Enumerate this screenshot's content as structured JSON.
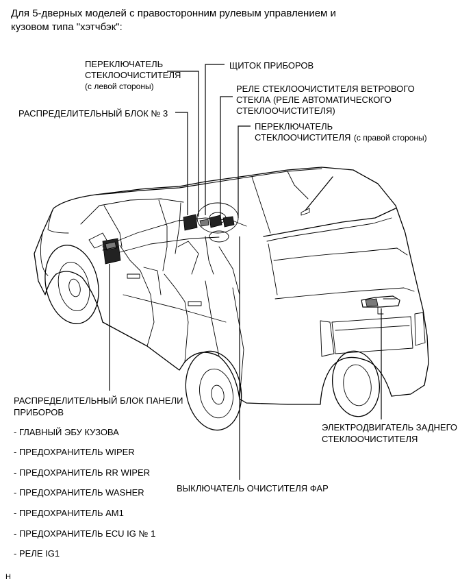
{
  "heading": {
    "line1": "Для 5-дверных моделей с правосторонним рулевым управлением и",
    "line2": "кузовом типа \"хэтчбэк\":"
  },
  "labels": {
    "wiper_switch_left": {
      "line1": "ПЕРЕКЛЮЧАТЕЛЬ",
      "line2": "СТЕКЛООЧИСТИТЕЛЯ",
      "line3": "(с левой стороны)"
    },
    "instrument_panel": "ЩИТОК ПРИБОРОВ",
    "wiper_relay": {
      "line1": "РЕЛЕ СТЕКЛООЧИСТИТЕЛЯ ВЕТРОВОГО",
      "line2": "СТЕКЛА (РЕЛЕ АВТОМАТИЧЕСКОГО",
      "line3": "СТЕКЛООЧИСТИТЕЛЯ)"
    },
    "junction_block_3": "РАСПРЕДЕЛИТЕЛЬНЫЙ БЛОК № 3",
    "wiper_switch_right": {
      "line1": "ПЕРЕКЛЮЧАТЕЛЬ",
      "line2_main": "СТЕКЛООЧИСТИТЕЛЯ",
      "line2_note": "(с правой стороны)"
    },
    "instrument_junction_block": {
      "line1": "РАСПРЕДЕЛИТЕЛЬНЫЙ БЛОК ПАНЕЛИ",
      "line2": "ПРИБОРОВ"
    },
    "rear_wiper_motor": {
      "line1": "ЭЛЕКТРОДВИГАТЕЛЬ ЗАДНЕГО",
      "line2": "СТЕКЛООЧИСТИТЕЛЯ"
    },
    "headlight_cleaner_switch": "ВЫКЛЮЧАТЕЛЬ ОЧИСТИТЕЛЯ ФАР"
  },
  "junction_items": [
    "- ГЛАВНЫЙ ЭБУ КУЗОВА",
    "- ПРЕДОХРАНИТЕЛЬ WIPER",
    "- ПРЕДОХРАНИТЕЛЬ RR WIPER",
    "- ПРЕДОХРАНИТЕЛЬ WASHER",
    "- ПРЕДОХРАНИТЕЛЬ AM1",
    "- ПРЕДОХРАНИТЕЛЬ ECU IG № 1",
    "- РЕЛЕ IG1"
  ],
  "footer_mark": "H"
}
